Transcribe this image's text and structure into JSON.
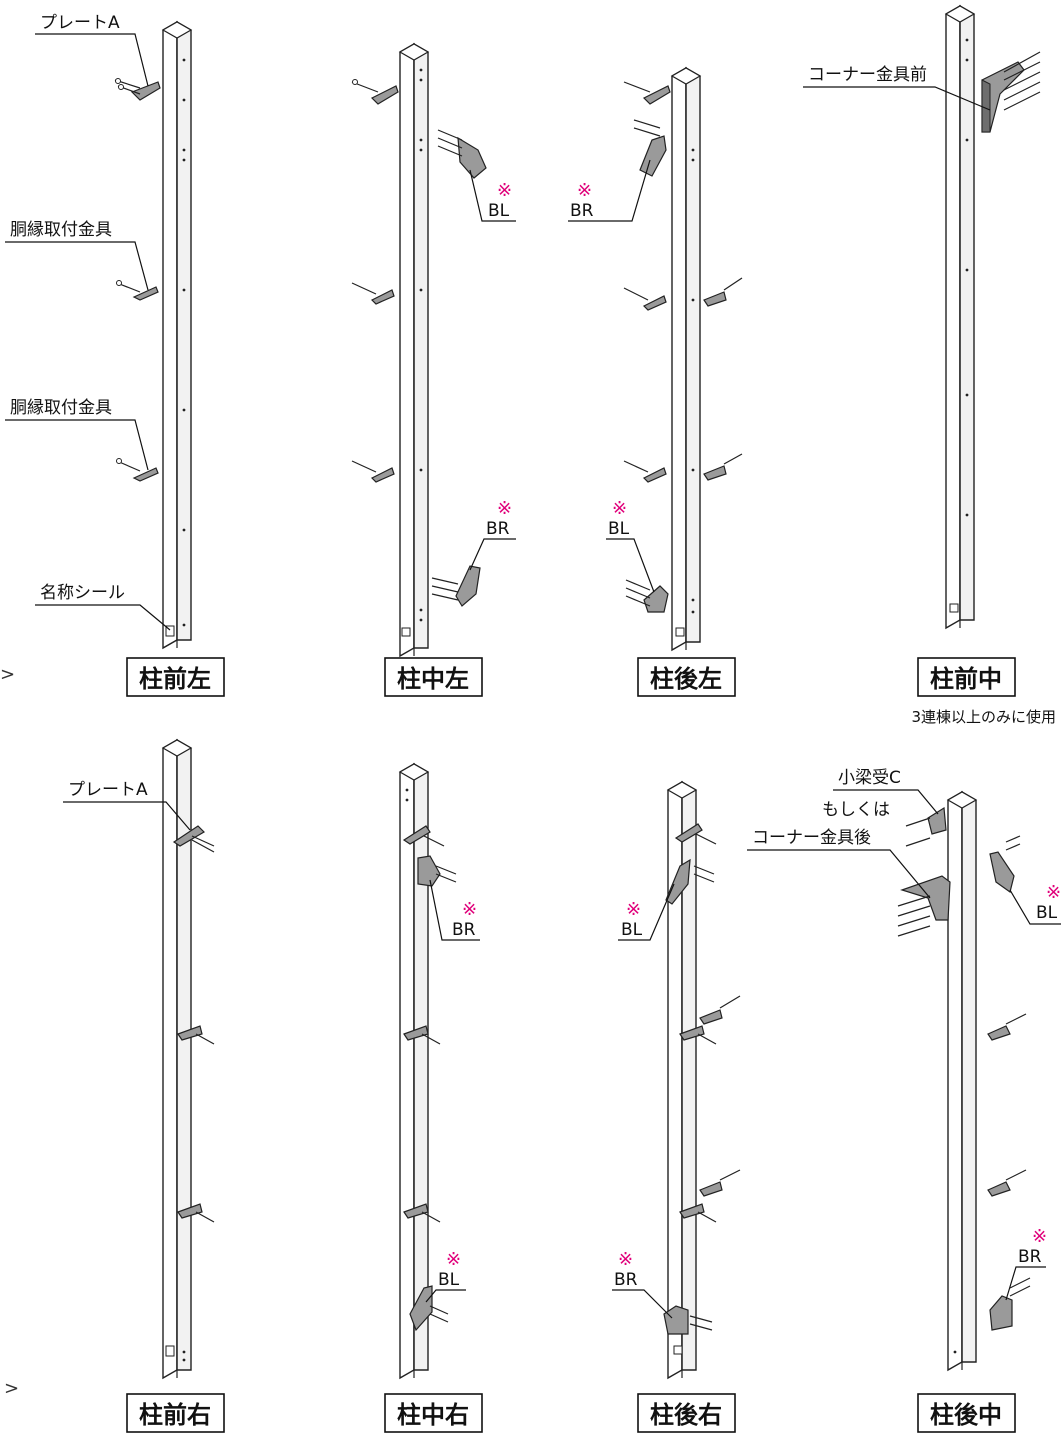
{
  "columns": [
    {
      "id": "front-left",
      "title": "柱前左"
    },
    {
      "id": "mid-left",
      "title": "柱中左"
    },
    {
      "id": "back-left",
      "title": "柱後左"
    },
    {
      "id": "front-mid",
      "title": "柱前中",
      "note": "3連棟以上のみに使用"
    },
    {
      "id": "front-right",
      "title": "柱前右"
    },
    {
      "id": "mid-right",
      "title": "柱中右"
    },
    {
      "id": "back-right",
      "title": "柱後右"
    },
    {
      "id": "back-mid",
      "title": "柱後中"
    }
  ],
  "labels": {
    "plate_a": "プレートA",
    "girth_bracket": "胴縁取付金具",
    "name_seal": "名称シール",
    "corner_front": "コーナー金具前",
    "beam_receiver": "小梁受C",
    "or": "もしくは",
    "corner_back": "コーナー金具後",
    "bl": "BL",
    "br": "BR",
    "note_mark": "※"
  },
  "chevrons": [
    ">",
    ">"
  ],
  "colors": {
    "note_mark": "#e0007a",
    "line": "#111111",
    "part_fill": "#9a9a9a"
  }
}
